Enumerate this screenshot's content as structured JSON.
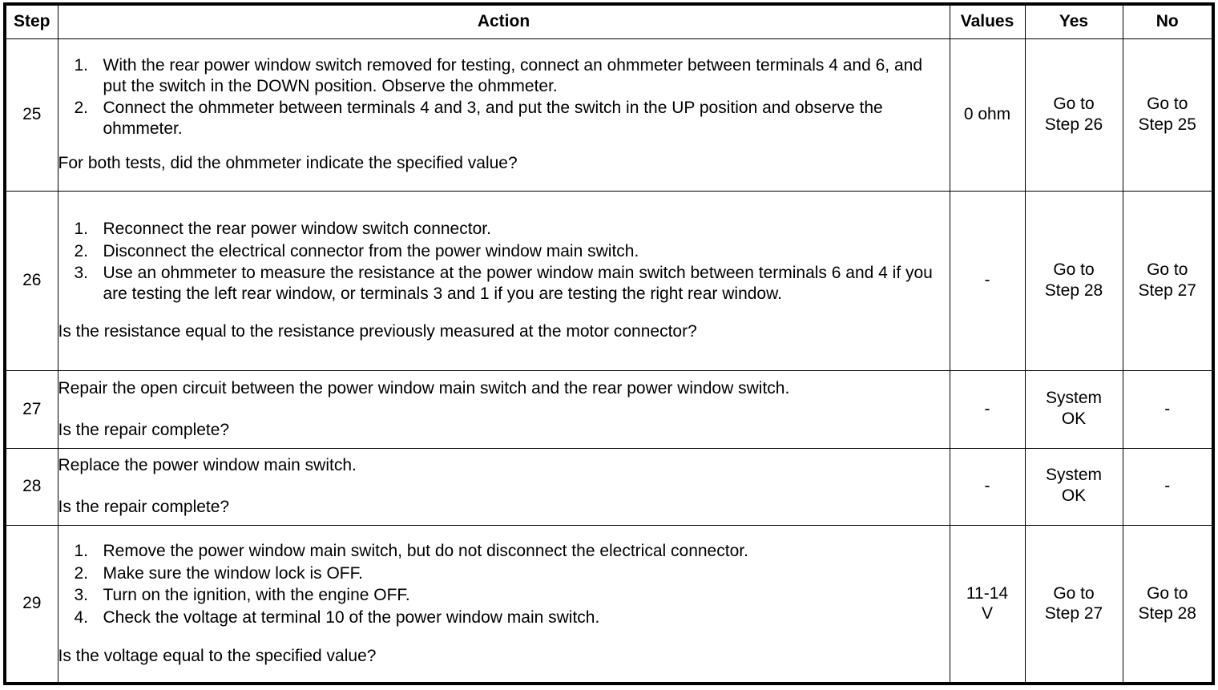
{
  "table": {
    "columns": [
      {
        "key": "step",
        "label": "Step"
      },
      {
        "key": "action",
        "label": "Action"
      },
      {
        "key": "values",
        "label": "Values"
      },
      {
        "key": "yes",
        "label": "Yes"
      },
      {
        "key": "no",
        "label": "No"
      }
    ],
    "rows": [
      {
        "step": "25",
        "items": [
          {
            "marker": "1.",
            "text": "With the rear power window switch removed for testing, connect an ohmmeter between terminals 4 and 6, and put the switch in the DOWN position. Observe the ohmmeter."
          },
          {
            "marker": "2.",
            "text": "Connect the ohmmeter between terminals 4 and 3, and put the switch in the UP position and observe the ohmmeter."
          }
        ],
        "question": "For both tests, did the ohmmeter indicate the specified value?",
        "values": "0 ohm",
        "values_line2": "",
        "yes_line1": "Go to",
        "yes_line2": "Step 26",
        "no_line1": "Go to",
        "no_line2": "Step 25"
      },
      {
        "step": "26",
        "items": [
          {
            "marker": "1.",
            "text": "Reconnect the rear power window switch connector."
          },
          {
            "marker": "2.",
            "text": "Disconnect the electrical connector from the power window main switch."
          },
          {
            "marker": "3.",
            "text": "Use an ohmmeter to measure the resistance at the power window main switch between terminals 6 and 4 if you are testing the left rear window, or terminals 3 and 1 if you are testing the right rear window."
          }
        ],
        "question": "Is the resistance equal to the resistance previously measured at the motor connector?",
        "values": "-",
        "values_line2": "",
        "yes_line1": "Go to",
        "yes_line2": "Step 28",
        "no_line1": "Go to",
        "no_line2": "Step 27"
      },
      {
        "step": "27",
        "lead": "Repair the open circuit between the power window main switch and the rear power window switch.",
        "items": [],
        "question": "Is the repair complete?",
        "values": "-",
        "values_line2": "",
        "yes_line1": "System",
        "yes_line2": "OK",
        "no_line1": "",
        "no_line2": "-"
      },
      {
        "step": "28",
        "lead": "Replace the power window main switch.",
        "items": [],
        "question": "Is the repair complete?",
        "values": "-",
        "values_line2": "",
        "yes_line1": "System",
        "yes_line2": "OK",
        "no_line1": "",
        "no_line2": "-"
      },
      {
        "step": "29",
        "items": [
          {
            "marker": "1.",
            "text": "Remove the power window main switch, but do not disconnect the electrical connector."
          },
          {
            "marker": "2.",
            "text": "Make sure the window lock is OFF."
          },
          {
            "marker": "3.",
            "text": "Turn on the ignition, with the engine OFF."
          },
          {
            "marker": "4.",
            "text": "Check the voltage at terminal 10 of the power window main switch."
          }
        ],
        "question": "Is the voltage equal to the specified value?",
        "values": "11-14",
        "values_line2": "V",
        "yes_line1": "Go to",
        "yes_line2": "Step 27",
        "no_line1": "Go to",
        "no_line2": "Step 28"
      }
    ]
  }
}
